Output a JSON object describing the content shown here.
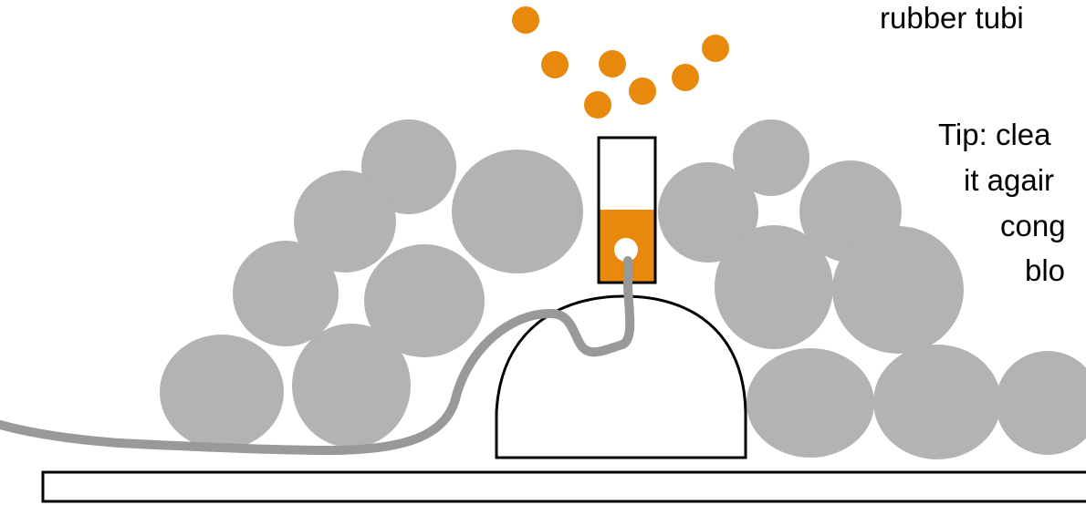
{
  "labels": {
    "tubing": "rubber tubi",
    "tip_lines": [
      "Tip: clea",
      "it agair",
      "cong",
      "blo"
    ]
  },
  "colors": {
    "rock": "#b3b3b3",
    "particle": "#e8890c",
    "tube": "#999999",
    "outline": "#000000",
    "background": "#ffffff"
  }
}
